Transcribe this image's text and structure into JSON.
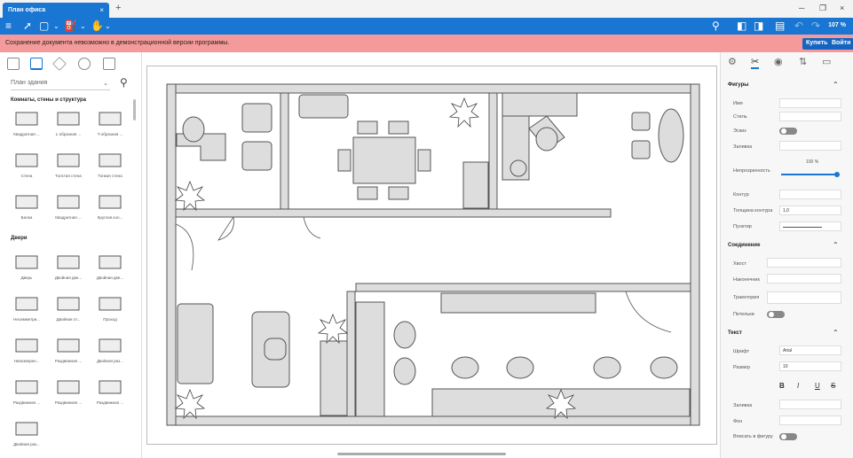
{
  "window": {
    "tab_title": "План офиса",
    "tab_close": "×",
    "new_tab": "+",
    "min": "─",
    "max": "❐",
    "close": "×"
  },
  "toolbar": {
    "zoom": "107 %",
    "menu_icon": "hamburger-icon"
  },
  "banner": {
    "text": "Сохранение документа невозможно в демонстрационной версии программы.",
    "buy": "Купить",
    "login": "Войти"
  },
  "left": {
    "select_value": "План здания",
    "section_rooms": "Комнаты, стены и структура",
    "section_doors": "Двери",
    "rooms": [
      "Квадратная ...",
      "L-образная ...",
      "T-образная ...",
      "Стена",
      "Толстая стена",
      "Тонкая стена",
      "Балка",
      "Квадратная ...",
      "Круглая кол..."
    ],
    "doors": [
      "Дверь",
      "Двойная две...",
      "Двойная две...",
      "Несимметри...",
      "Двойная от...",
      "Проход",
      "Невозверен...",
      "Раздвижная ...",
      "Двойная раз...",
      "Раздвижная ...",
      "Раздвижная ...",
      "Раздвижная ...",
      "Двойная раз..."
    ]
  },
  "right": {
    "sec_shapes": "Фигуры",
    "name": "Имя",
    "style": "Стиль",
    "sketch": "Эскиз",
    "fill": "Заливка",
    "opacity": "Непрозрачность",
    "opacity_value": "100 %",
    "contour": "Контур",
    "contour_width": "Толщина контура",
    "contour_width_value": "1,0",
    "dash": "Пунктир",
    "sec_connection": "Соединение",
    "tail": "Хвост",
    "head": "Наконечник",
    "path": "Траектория",
    "loops": "Петельки",
    "sec_text": "Текст",
    "font": "Шрифт",
    "font_value": "Arial",
    "size": "Размер",
    "size_value": "10",
    "text_fill": "Заливка",
    "bg": "Фон",
    "fit": "Вписать в фигуру",
    "bold": "B",
    "italic": "I",
    "underline": "U",
    "strike": "S"
  }
}
